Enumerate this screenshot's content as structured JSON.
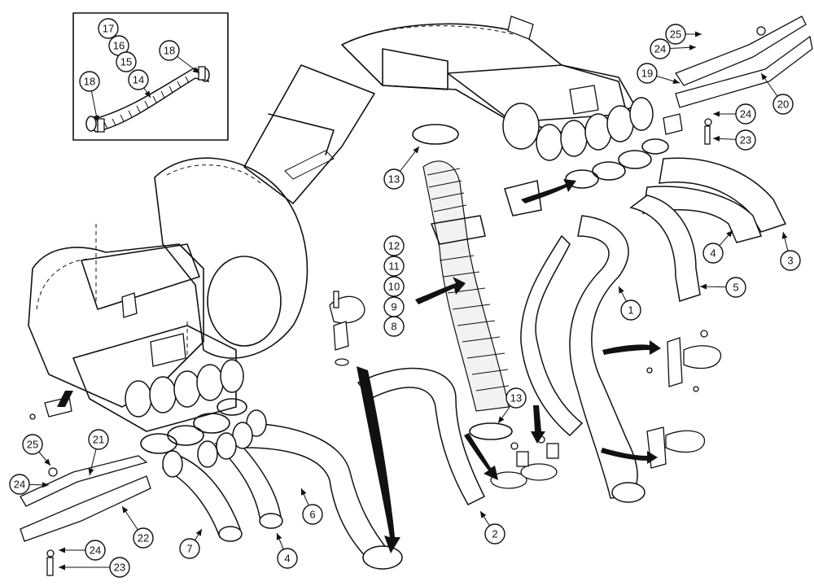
{
  "callouts": [
    {
      "id": "c17",
      "label": "17"
    },
    {
      "id": "c16",
      "label": "16"
    },
    {
      "id": "c15",
      "label": "15"
    },
    {
      "id": "c14",
      "label": "14"
    },
    {
      "id": "c18a",
      "label": "18"
    },
    {
      "id": "c18b",
      "label": "18"
    },
    {
      "id": "c25a",
      "label": "25"
    },
    {
      "id": "c24a",
      "label": "24"
    },
    {
      "id": "c19",
      "label": "19"
    },
    {
      "id": "c20",
      "label": "20"
    },
    {
      "id": "c24b",
      "label": "24"
    },
    {
      "id": "c23a",
      "label": "23"
    },
    {
      "id": "c13a",
      "label": "13"
    },
    {
      "id": "c3",
      "label": "3"
    },
    {
      "id": "c4a",
      "label": "4"
    },
    {
      "id": "c5",
      "label": "5"
    },
    {
      "id": "c1",
      "label": "1"
    },
    {
      "id": "c12",
      "label": "12"
    },
    {
      "id": "c11",
      "label": "11"
    },
    {
      "id": "c10",
      "label": "10"
    },
    {
      "id": "c9",
      "label": "9"
    },
    {
      "id": "c8",
      "label": "8"
    },
    {
      "id": "c13b",
      "label": "13"
    },
    {
      "id": "c2",
      "label": "2"
    },
    {
      "id": "c6",
      "label": "6"
    },
    {
      "id": "c7",
      "label": "7"
    },
    {
      "id": "c4b",
      "label": "4"
    },
    {
      "id": "c21",
      "label": "21"
    },
    {
      "id": "c25b",
      "label": "25"
    },
    {
      "id": "c24c",
      "label": "24"
    },
    {
      "id": "c22",
      "label": "22"
    },
    {
      "id": "c24d",
      "label": "24"
    },
    {
      "id": "c23b",
      "label": "23"
    }
  ]
}
